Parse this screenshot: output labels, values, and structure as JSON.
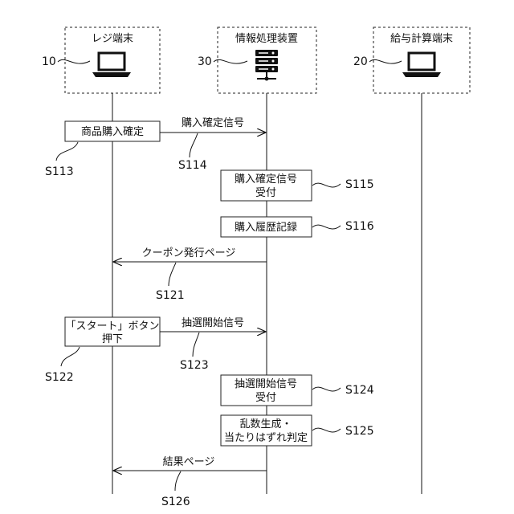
{
  "devices": {
    "register": {
      "label": "レジ端末",
      "ref": "10",
      "icon": "laptop-icon"
    },
    "server": {
      "label": "情報処理装置",
      "ref": "30",
      "icon": "server-icon"
    },
    "payroll": {
      "label": "給与計算端末",
      "ref": "20",
      "icon": "laptop-icon"
    }
  },
  "steps": {
    "s113": {
      "label": "商品購入確定",
      "code": "S113"
    },
    "s114": {
      "label": "購入確定信号",
      "code": "S114"
    },
    "s115": {
      "line1": "購入確定信号",
      "line2": "受付",
      "code": "S115"
    },
    "s116": {
      "label": "購入履歴記録",
      "code": "S116"
    },
    "s121": {
      "label": "クーポン発行ページ",
      "code": "S121"
    },
    "s122": {
      "line1": "「スタート」ボタン",
      "line2": "押下",
      "code": "S122"
    },
    "s123": {
      "label": "抽選開始信号",
      "code": "S123"
    },
    "s124": {
      "line1": "抽選開始信号",
      "line2": "受付",
      "code": "S124"
    },
    "s125": {
      "line1": "乱数生成・",
      "line2": "当たりはずれ判定",
      "code": "S125"
    },
    "s126": {
      "label": "結果ページ",
      "code": "S126"
    }
  }
}
